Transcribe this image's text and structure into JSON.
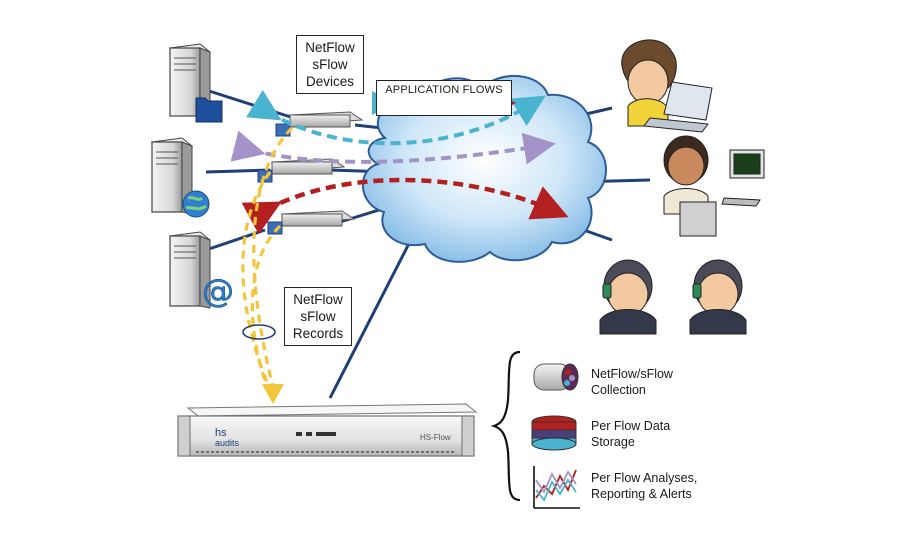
{
  "labels": {
    "netflow_devices": [
      "NetFlow",
      "sFlow",
      "Devices"
    ],
    "netflow_records": [
      "NetFlow",
      "sFlow",
      "Records"
    ],
    "application_flows": "APPLICATION FLOWS"
  },
  "appliance": {
    "logo_line1": "hs",
    "logo_line2": "audits",
    "model": "HS-Flow"
  },
  "legend": {
    "collection": [
      "NetFlow/sFlow",
      "Collection"
    ],
    "storage": [
      "Per Flow Data",
      "Storage"
    ],
    "analyses": [
      "Per Flow Analyses,",
      "Reporting & Alerts"
    ]
  },
  "colors": {
    "flow_cyan": "#4ab3cf",
    "flow_purple": "#a393c8",
    "flow_red": "#b3201f",
    "records_yellow": "#f2c53a",
    "link_navy": "#1f3f78",
    "cloud_blue": "#a9d4f0"
  },
  "icons": [
    "server-icon",
    "folder-icon",
    "globe-icon",
    "at-sign-icon",
    "switch-icon",
    "cloud-icon",
    "user-laptop-icon",
    "user-phone-icon",
    "user-desktop-icon",
    "appliance-icon",
    "cylinder-icon",
    "database-icon",
    "line-chart-icon"
  ]
}
